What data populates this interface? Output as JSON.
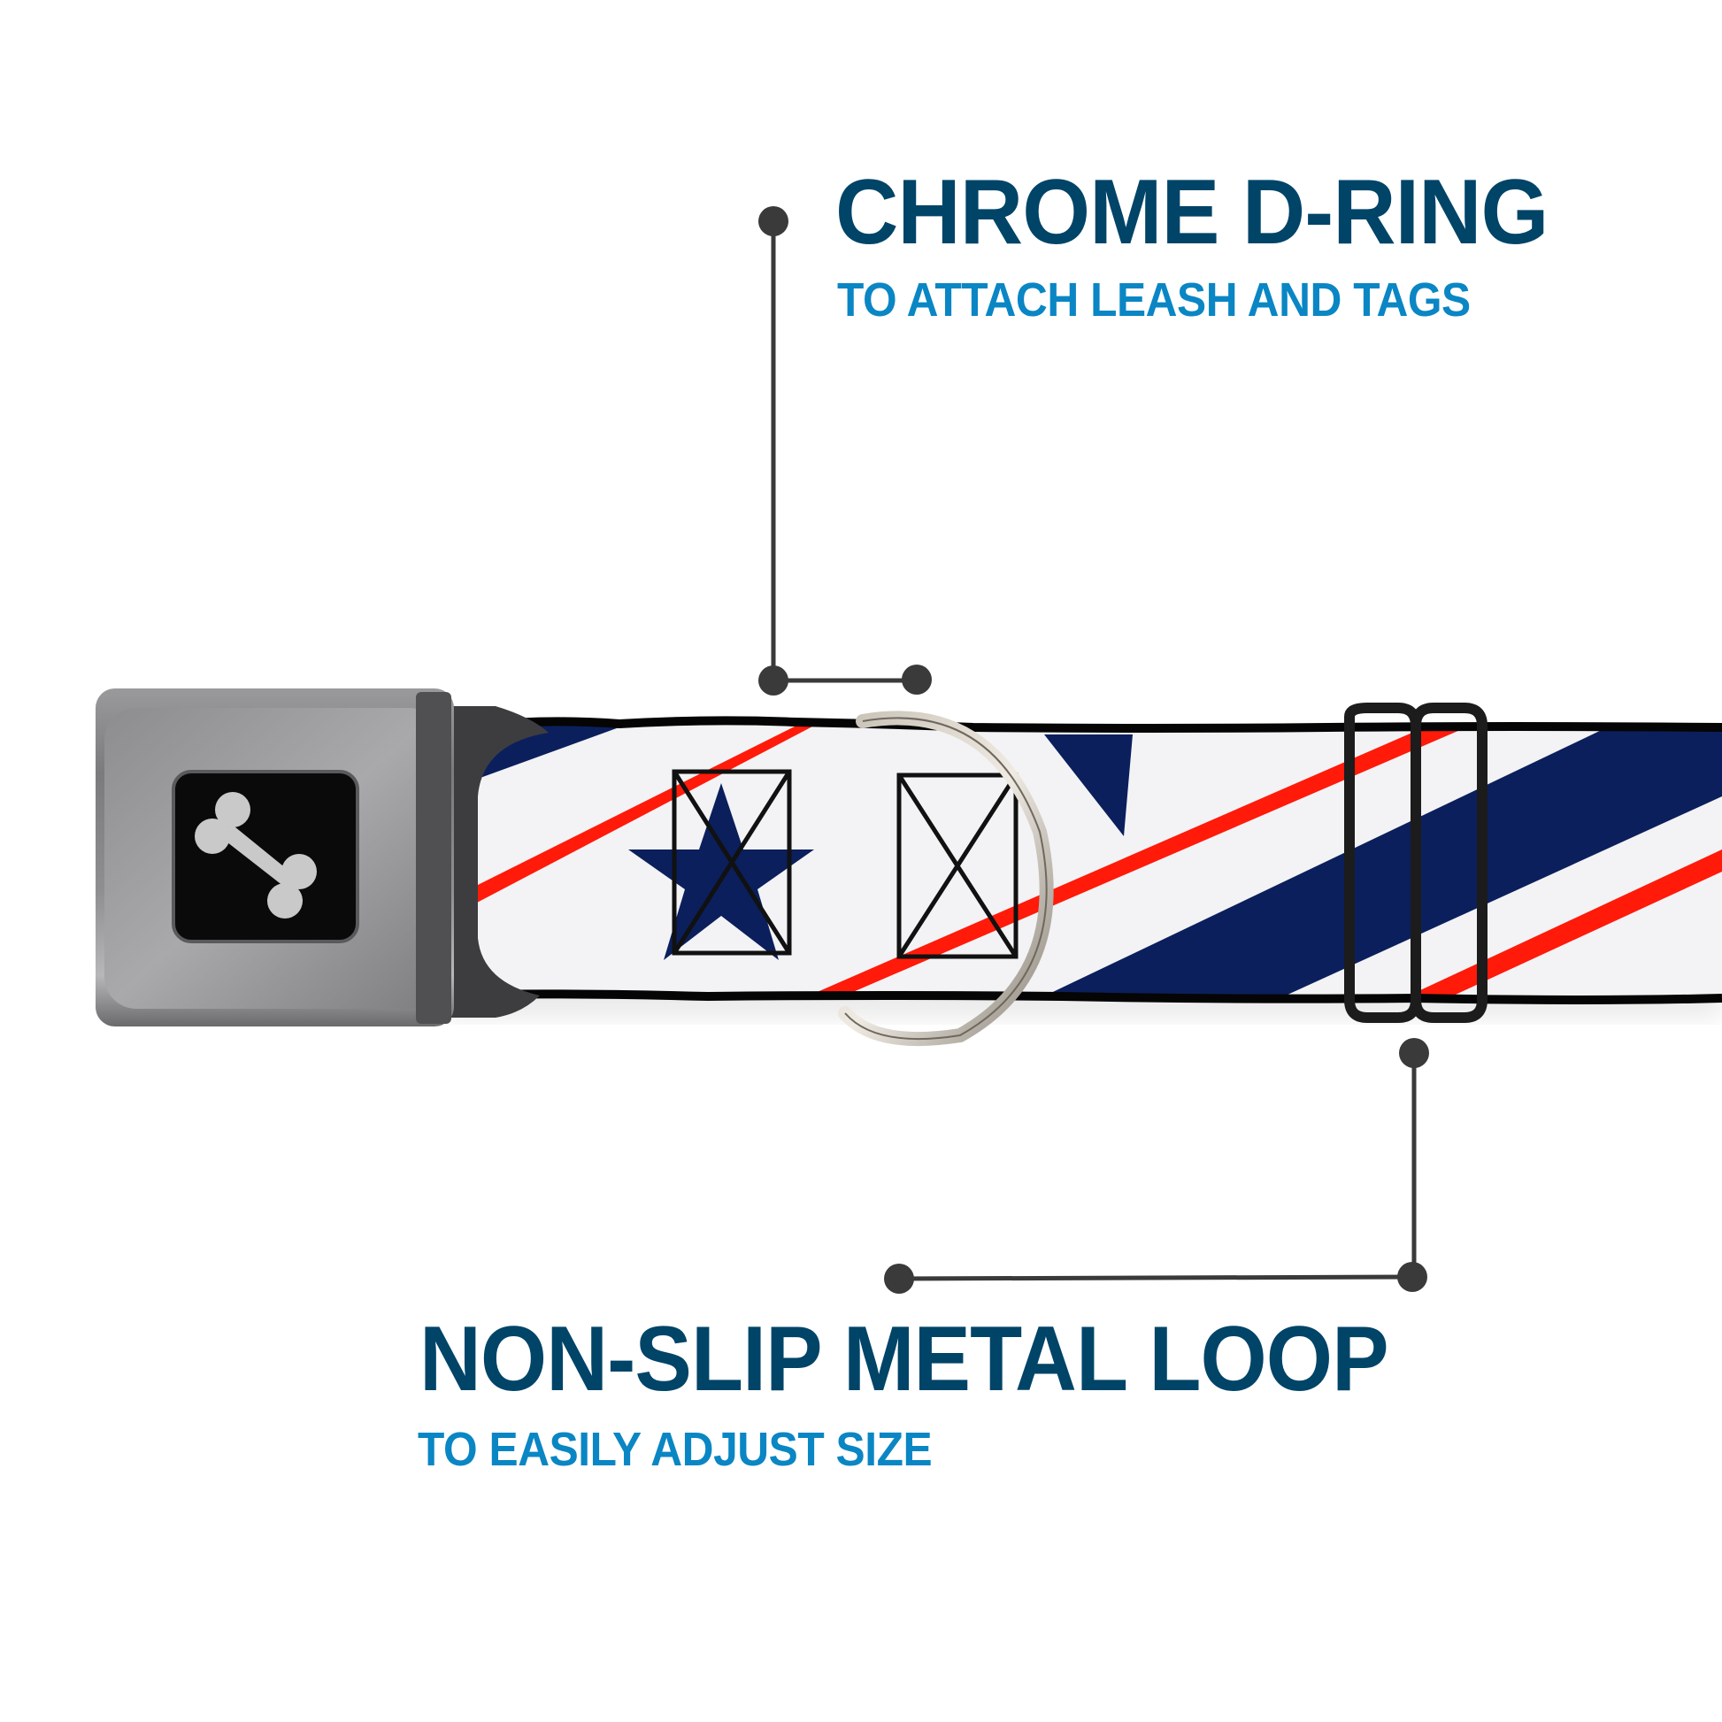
{
  "callouts": {
    "d_ring": {
      "title": "CHROME D-RING",
      "subtitle": "TO ATTACH LEASH AND TAGS"
    },
    "loop": {
      "title": "NON-SLIP METAL LOOP",
      "subtitle": "TO EASILY ADJUST SIZE"
    }
  },
  "product": {
    "buckle_icon": "bone-icon",
    "strap_pattern": [
      "navy",
      "white",
      "red-stripe",
      "star"
    ]
  },
  "colors": {
    "title": "#004468",
    "subtitle": "#0a86c4",
    "connector": "#3a3a3a",
    "navy": "#0b1f5c",
    "red": "#ff1a0a",
    "strap_white": "#f4f4f6"
  }
}
